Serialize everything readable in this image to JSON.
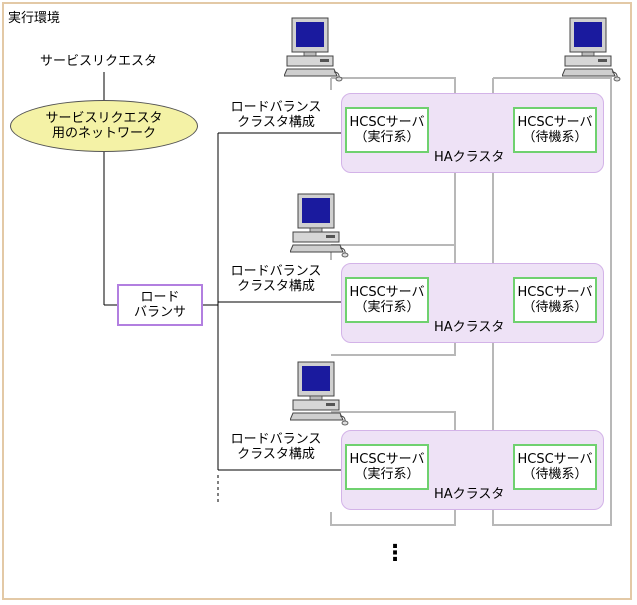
{
  "environment_label": "実行環境",
  "requester_label": "サービスリクエスタ",
  "network": {
    "line1": "サービスリクエスタ",
    "line2": "用のネットワーク"
  },
  "load_balancer": {
    "line1": "ロード",
    "line2": "バランサ"
  },
  "lb_cluster_label": {
    "line1": "ロードバランス",
    "line2": "クラスタ構成"
  },
  "ha_cluster_label": "HAクラスタ",
  "active_server": {
    "line1": "HCSCサーバ",
    "line2": "（実行系）"
  },
  "standby_server": {
    "line1": "HCSCサーバ",
    "line2": "（待機系）"
  },
  "continuation": "⋮",
  "colors": {
    "frame": "#e3c9a6",
    "ha_fill": "#eee2f6",
    "server_border": "#6fd16f",
    "lb_border": "#b27fe0",
    "network_fill": "#f4f2a6"
  },
  "clusters": [
    {
      "lb_cluster_label": {
        "line1": "ロードバランス",
        "line2": "クラスタ構成"
      },
      "ha_label": "HAクラスタ",
      "active": {
        "line1": "HCSCサーバ",
        "line2": "（実行系）"
      },
      "standby": {
        "line1": "HCSCサーバ",
        "line2": "（待機系）"
      }
    },
    {
      "lb_cluster_label": {
        "line1": "ロードバランス",
        "line2": "クラスタ構成"
      },
      "ha_label": "HAクラスタ",
      "active": {
        "line1": "HCSCサーバ",
        "line2": "（実行系）"
      },
      "standby": {
        "line1": "HCSCサーバ",
        "line2": "（待機系）"
      }
    },
    {
      "lb_cluster_label": {
        "line1": "ロードバランス",
        "line2": "クラスタ構成"
      },
      "ha_label": "HAクラスタ",
      "active": {
        "line1": "HCSCサーバ",
        "line2": "（実行系）"
      },
      "standby": {
        "line1": "HCSCサーバ",
        "line2": "（待機系）"
      }
    }
  ]
}
